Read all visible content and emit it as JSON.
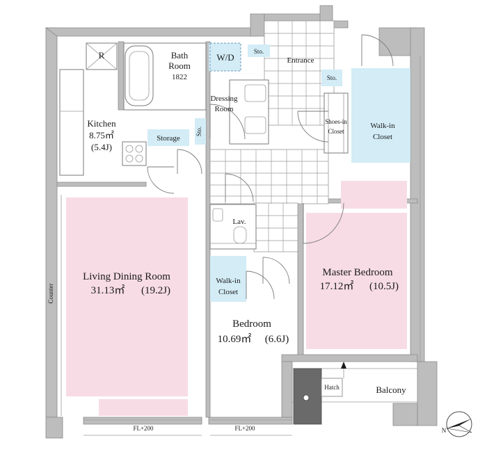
{
  "rooms": {
    "kitchen": {
      "name": "Kitchen",
      "area": "8.75㎡",
      "jo": "(5.4J)"
    },
    "bath": {
      "name_line1": "Bath",
      "name_line2": "Room",
      "code": "1822"
    },
    "wd": "W/D",
    "dressing": {
      "line1": "Dressing",
      "line2": "Room"
    },
    "storage": "Storage",
    "sto_kitchen": "Sto.",
    "sto_top": "Sto.",
    "sto_entrance": "Sto.",
    "entrance": "Entrance",
    "shoes_closet": {
      "line1": "Shoes-in",
      "line2": "Closet"
    },
    "walkin_master": {
      "line1": "Walk-in",
      "line2": "Closet"
    },
    "lav": "Lav.",
    "walkin_bedroom": {
      "line1": "Walk-in",
      "line2": "Closet"
    },
    "living": {
      "name": "Living Dining Room",
      "area": "31.13㎡",
      "jo": "(19.2J)"
    },
    "master": {
      "name": "Master Bedroom",
      "area": "17.12㎡",
      "jo": "(10.5J)"
    },
    "bedroom": {
      "name": "Bedroom",
      "area": "10.69㎡",
      "jo": "(6.6J)"
    },
    "balcony": "Balcony",
    "hatch": "Hatch",
    "fridge": "R"
  },
  "annotations": {
    "counter": "Counter",
    "fl_living": "FL+200",
    "fl_bedroom": "FL+200",
    "compass": "N"
  }
}
